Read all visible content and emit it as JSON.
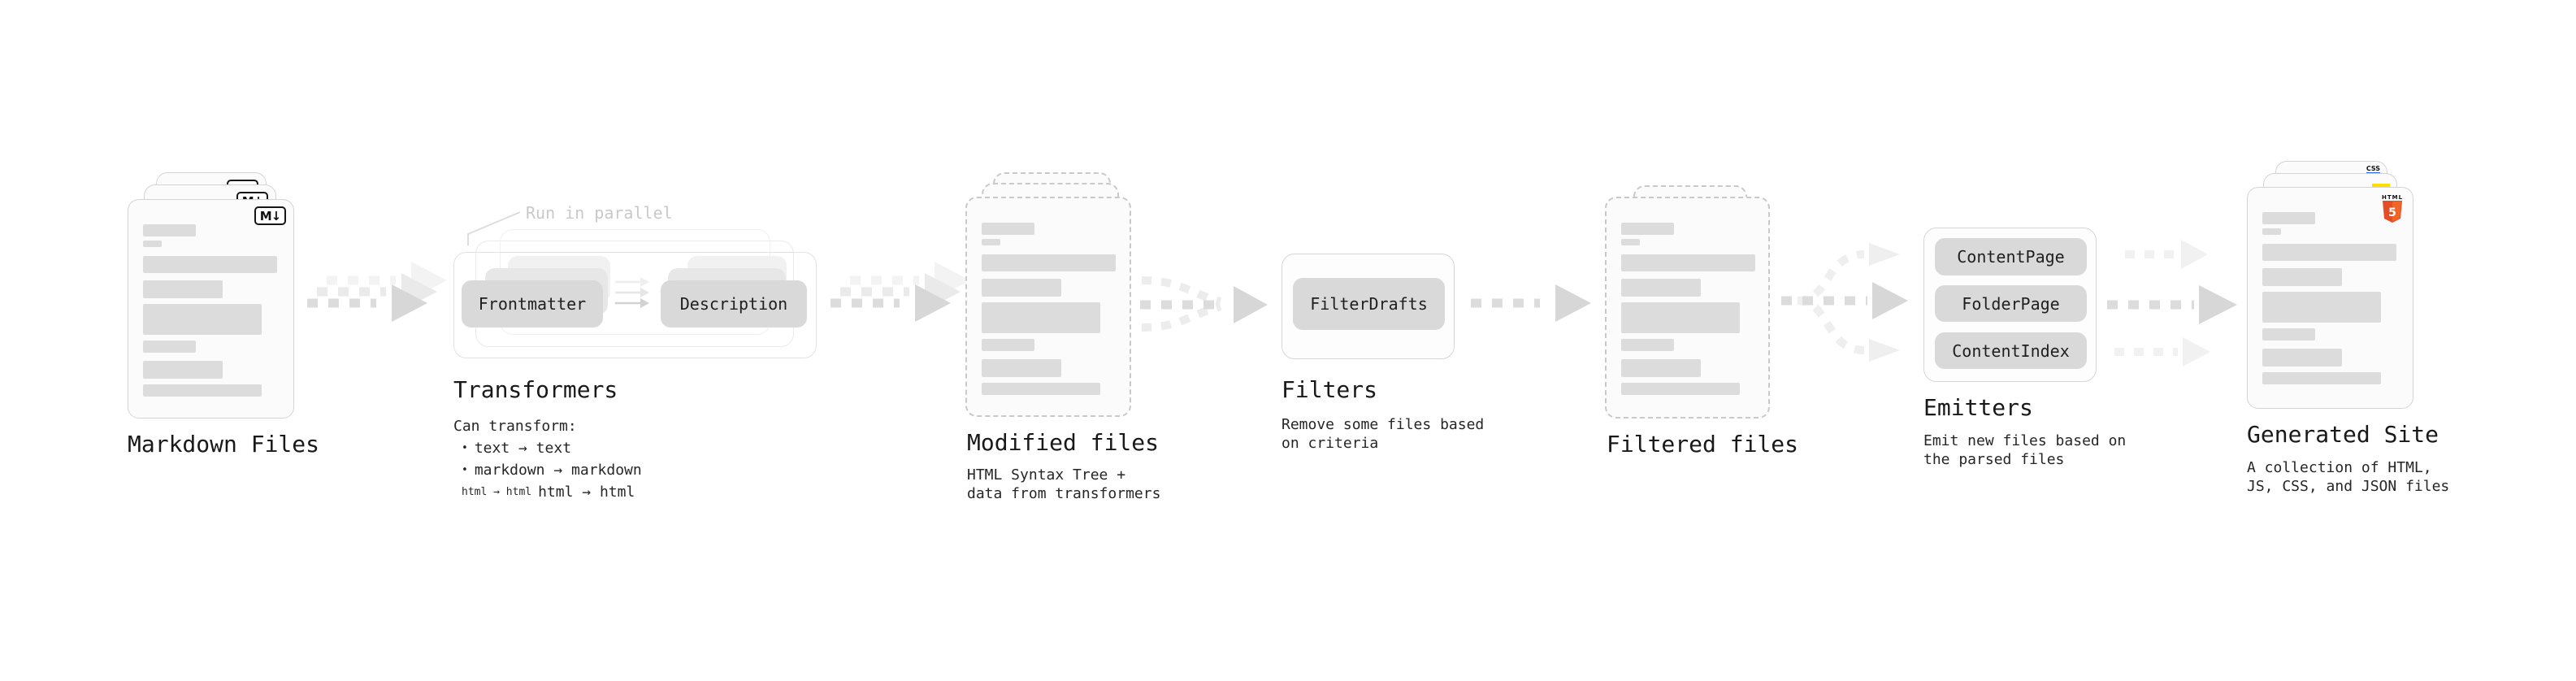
{
  "pipeline": {
    "markdown_files": {
      "label": "Markdown Files",
      "badge": "M↓"
    },
    "transformers": {
      "label": "Transformers",
      "annotation": "Run in parallel",
      "pill_frontmatter": "Frontmatter",
      "pill_description": "Description",
      "subtitle": "Can transform:",
      "bullet_glyph": "•",
      "bullet1": "text → text",
      "bullet2": "markdown → markdown",
      "bullet3": "html → html"
    },
    "modified_files": {
      "label": "Modified files",
      "desc_line1": "HTML Syntax Tree +",
      "desc_line2": "data from transformers"
    },
    "filters": {
      "label": "Filters",
      "pill": "FilterDrafts",
      "desc_line1": "Remove some files based",
      "desc_line2": "on criteria"
    },
    "filtered_files": {
      "label": "Filtered files"
    },
    "emitters": {
      "label": "Emitters",
      "pill1": "ContentPage",
      "pill2": "FolderPage",
      "pill3": "ContentIndex",
      "desc_line1": "Emit new files based on",
      "desc_line2": "the parsed files"
    },
    "generated_site": {
      "label": "Generated Site",
      "desc_line1": "A collection of HTML,",
      "desc_line2": "JS, CSS, and JSON files",
      "html_icon_label": "HTML",
      "html_icon_number": "5",
      "css_icon_label": "CSS"
    },
    "colors": {
      "html_orange": "#e44d26",
      "html_orange_light": "#f16529",
      "js_yellow": "#ffdd00",
      "css_blue": "#2965f1",
      "skeleton_gray": "#dcdcdc",
      "pill_gray": "#d9d9d9"
    }
  }
}
